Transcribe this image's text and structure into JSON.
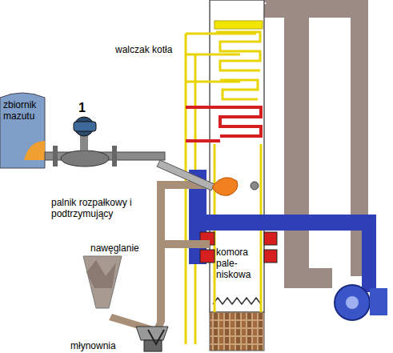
{
  "diagram": {
    "nodes": [
      {
        "text": [
          "zbiornik mazutu"
        ]
      },
      {
        "text": [
          "komora pale- niskowa"
        ]
      }
    ],
    "labels": [
      "1",
      "walczak kotła",
      "palnik rozpałkowy i podtrzymujący",
      "nawęglanie",
      "młynownia"
    ]
  }
}
